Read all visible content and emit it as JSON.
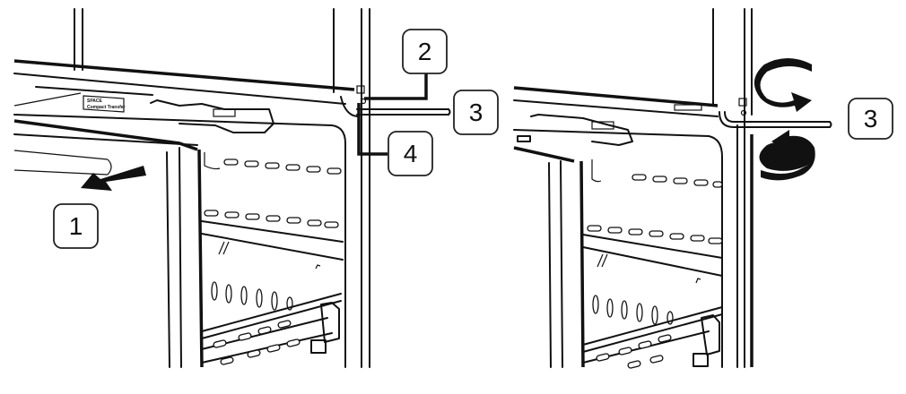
{
  "diagram": {
    "description": "Two-step illustration: removing a refrigerator drawer and adjusting the door hinge with an Allen key",
    "panels": [
      {
        "id": "left",
        "callouts": [
          {
            "label": "1",
            "meaning": "pull drawer out"
          },
          {
            "label": "2",
            "meaning": "hinge part"
          },
          {
            "label": "3",
            "meaning": "allen key"
          },
          {
            "label": "4",
            "meaning": "hinge screw"
          }
        ],
        "sticker": {
          "line1": "SPACE",
          "line2": "Compact Transfer"
        }
      },
      {
        "id": "right",
        "callouts": [
          {
            "label": "3",
            "meaning": "allen key"
          }
        ],
        "rotation_arrows": [
          "clockwise",
          "counterclockwise"
        ]
      }
    ]
  },
  "callouts": {
    "c1": "1",
    "c2": "2",
    "c3_left": "3",
    "c4": "4",
    "c3_right": "3"
  },
  "colors": {
    "line": "#111111",
    "background": "#ffffff",
    "callout_border": "#222222"
  }
}
